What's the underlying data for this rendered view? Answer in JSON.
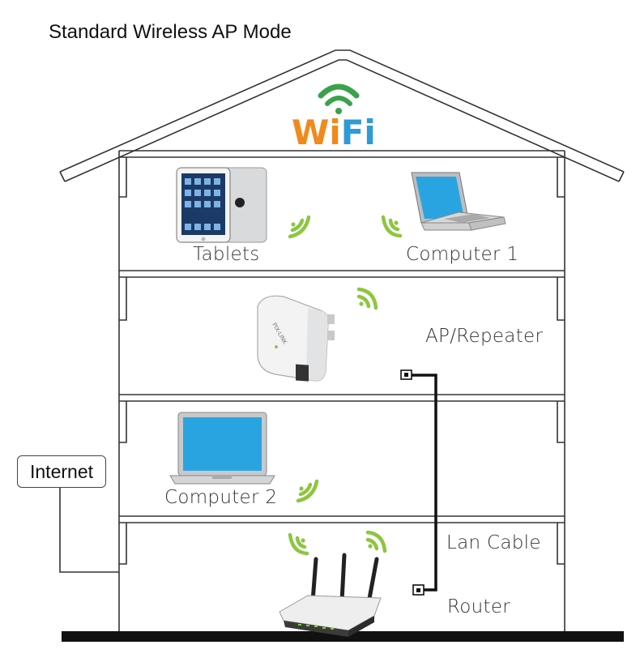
{
  "title": "Standard Wireless AP Mode",
  "wifi_logo": {
    "text": "WiFi",
    "colors": {
      "w": "#f08a1c",
      "i": "#f08a1c",
      "f": "#2e9ad6",
      "i2": "#2e9ad6",
      "arc": "#3aa24a"
    }
  },
  "labels": {
    "tablets": "Tablets",
    "computer1": "Computer 1",
    "ap_repeater": "AP/Repeater",
    "computer2": "Computer 2",
    "lan_cable": "Lan Cable",
    "router": "Router",
    "internet": "Internet"
  },
  "device_brand": "PIX-LINK",
  "colors": {
    "signal": "#8cc63f",
    "house_line": "#333333",
    "ground": "#111111",
    "screen": "#2aa4e0"
  },
  "icons": [
    "tablet-icon",
    "laptop-icon",
    "repeater-icon",
    "router-icon",
    "wifi-signal-icon"
  ]
}
